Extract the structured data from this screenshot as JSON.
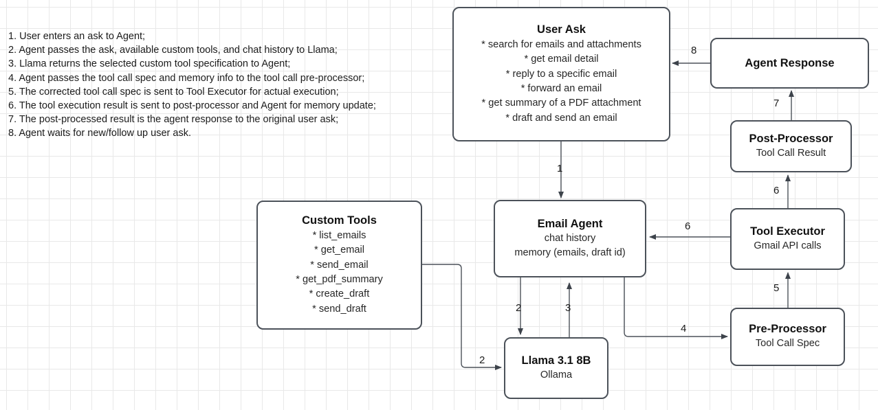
{
  "legend": {
    "lines": [
      "1. User enters an ask to Agent;",
      "2. Agent passes the ask, available custom tools, and chat history to Llama;",
      "3. Llama returns the selected custom tool specification to Agent;",
      "4. Agent passes the tool call spec and memory info to the tool call pre-processor;",
      "5. The corrected tool call spec is sent to Tool Executor for actual execution;",
      "6. The tool execution result is sent to post-processor and Agent for memory update;",
      "7. The post-processed result is the agent response to the original user ask;",
      "8. Agent waits for new/follow up user ask."
    ]
  },
  "nodes": {
    "user_ask": {
      "title": "User Ask",
      "bullets": [
        "* search for emails and attachments",
        "* get email detail",
        "* reply to a specific email",
        "* forward an email",
        "* get summary of a PDF attachment",
        "* draft and send an email"
      ]
    },
    "custom_tools": {
      "title": "Custom Tools",
      "bullets": [
        "* list_emails",
        "* get_email",
        "* send_email",
        "* get_pdf_summary",
        "* create_draft",
        "* send_draft"
      ]
    },
    "email_agent": {
      "title": "Email Agent",
      "sub1": "chat history",
      "sub2": "memory (emails, draft id)"
    },
    "llama": {
      "title": "Llama 3.1 8B",
      "sub1": "Ollama"
    },
    "agent_response": {
      "title": "Agent Response"
    },
    "post_processor": {
      "title": "Post-Processor",
      "sub1": "Tool Call Result"
    },
    "tool_executor": {
      "title": "Tool Executor",
      "sub1": "Gmail API calls"
    },
    "pre_processor": {
      "title": "Pre-Processor",
      "sub1": "Tool Call Spec"
    }
  },
  "edge_labels": {
    "user_ask_to_email_agent": "1",
    "email_agent_to_llama": "2",
    "custom_tools_to_llama": "2",
    "llama_to_email_agent": "3",
    "email_agent_to_pre_processor": "4",
    "pre_processor_to_tool_executor": "5",
    "tool_executor_to_email_agent": "6",
    "tool_executor_to_post_processor": "6",
    "post_processor_to_agent_response": "7",
    "agent_response_to_user_ask": "8"
  },
  "colors": {
    "node_border": "#4b5159",
    "edge_stroke": "#4b5159",
    "text": "#1b1b1b",
    "background": "#ffffff",
    "grid_minor": "#e8e8e8",
    "grid_major": "#d0d0d0"
  }
}
